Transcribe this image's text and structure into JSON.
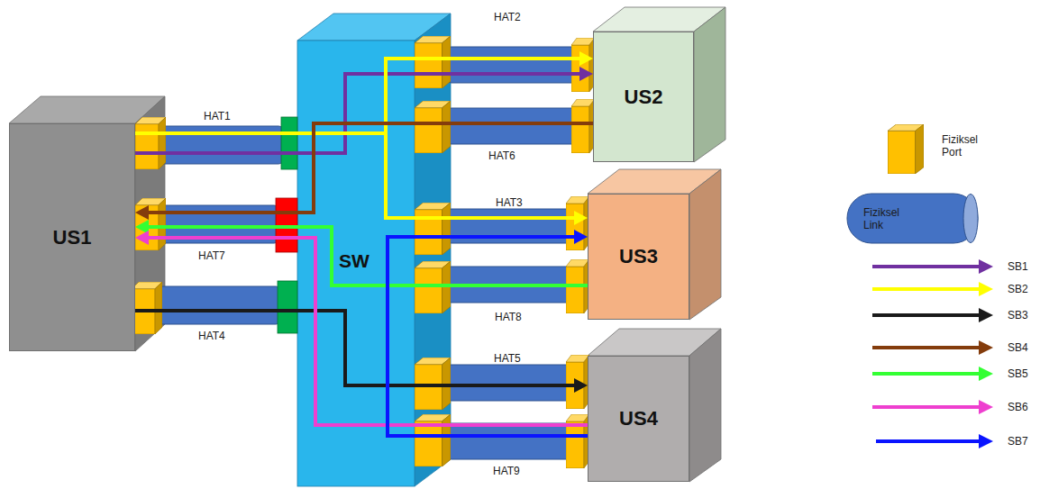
{
  "diagram": {
    "nodes": [
      {
        "text": [
          "US1"
        ]
      },
      {
        "text": [
          "SW"
        ]
      },
      {
        "text": [
          "US2"
        ]
      },
      {
        "text": [
          "US3"
        ]
      },
      {
        "text": [
          "US4"
        ]
      }
    ],
    "edges": [
      {
        "from": 0,
        "to": 2,
        "arrow": "to"
      },
      {
        "from": 0,
        "to": 2,
        "arrow": "to"
      },
      {
        "from": 0,
        "to": 3,
        "arrow": "to"
      },
      {
        "from": 0,
        "to": 4,
        "arrow": "to"
      },
      {
        "from": 2,
        "to": 0,
        "arrow": "to"
      },
      {
        "from": 3,
        "to": 0,
        "arrow": "to"
      },
      {
        "from": 4,
        "to": 0,
        "arrow": "to"
      },
      {
        "from": 4,
        "to": 3,
        "arrow": "to"
      }
    ],
    "labels": [
      "HAT2",
      "HAT1",
      "HAT6",
      "HAT3",
      "HAT7",
      "HAT8",
      "HAT4",
      "HAT5",
      "HAT9"
    ],
    "legend": [
      {
        "text": "Fiziksel Port"
      },
      {
        "text": "Fiziksel Link"
      },
      {
        "text": "SB1"
      },
      {
        "text": "SB2"
      },
      {
        "text": "SB3"
      },
      {
        "text": "SB4"
      },
      {
        "text": "SB5"
      },
      {
        "text": "SB6"
      },
      {
        "text": "SB7"
      }
    ]
  }
}
